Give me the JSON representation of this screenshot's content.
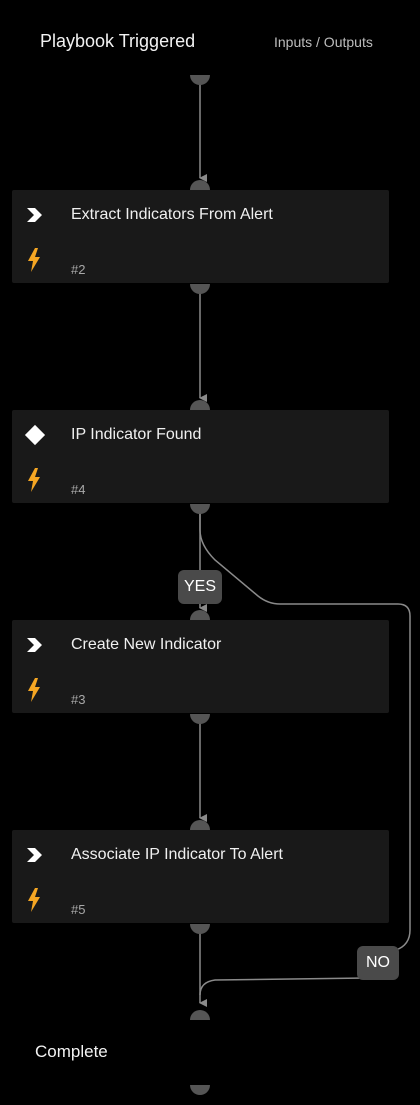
{
  "header": {
    "start_label": "Playbook Triggered",
    "io_link": "Inputs / Outputs"
  },
  "tasks": [
    {
      "name": "Extract Indicators From Alert",
      "id": "#2",
      "type_icon": "chevron-right-icon",
      "trigger_icon": "lightning-bolt-icon"
    },
    {
      "name": "IP Indicator Found",
      "id": "#4",
      "type_icon": "diamond-condition-icon",
      "trigger_icon": "lightning-bolt-icon"
    },
    {
      "name": "Create New Indicator",
      "id": "#3",
      "type_icon": "chevron-right-icon",
      "trigger_icon": "lightning-bolt-icon"
    },
    {
      "name": "Associate IP Indicator To Alert",
      "id": "#5",
      "type_icon": "chevron-right-icon",
      "trigger_icon": "lightning-bolt-icon"
    }
  ],
  "branches": {
    "yes": "YES",
    "no": "NO"
  },
  "footer": {
    "end_label": "Complete"
  },
  "colors": {
    "background": "#000000",
    "task_background": "#191919",
    "connector": "#8a8a8a",
    "port": "#555555",
    "bolt": "#f5a623",
    "branch_label": "#4a4a4a"
  }
}
